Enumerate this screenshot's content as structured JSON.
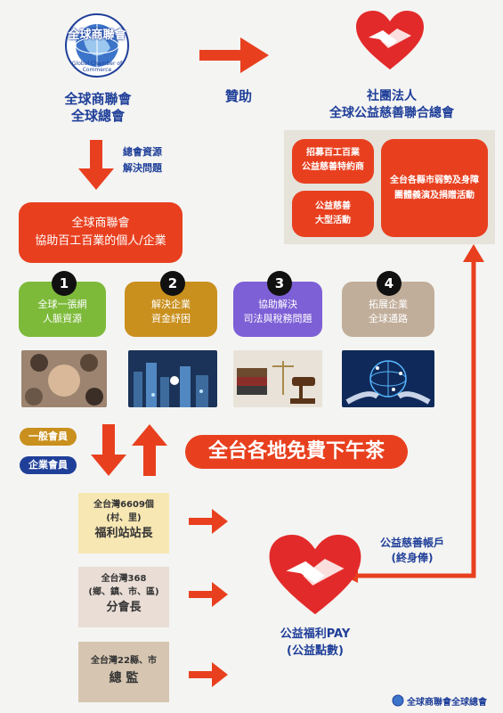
{
  "logo": {
    "name": "全球商聯會",
    "ring": "Global Chamber of Commerce"
  },
  "org_left": {
    "line1": "全球商聯會",
    "line2": "全球總會"
  },
  "sponsor_label": "贊助",
  "org_right": {
    "line1": "社團法人",
    "line2": "全球公益慈善聯合總會"
  },
  "charity": {
    "box1": {
      "line1": "招募百工百業",
      "line2": "公益慈善特約商"
    },
    "box2": {
      "line1": "公益慈善",
      "line2": "大型活動"
    },
    "box3": {
      "line1": "全台各縣市弱勢及身障",
      "line2": "團體義演及捐贈活動"
    }
  },
  "resources_label": {
    "line1": "總會資源",
    "line2": "解決問題"
  },
  "assist_box": {
    "line1": "全球商聯會",
    "line2": "協助百工百業的個人/企業"
  },
  "categories": [
    {
      "num": "1",
      "line1": "全球一張網",
      "line2": "人脈資源",
      "color": "#7dba3a"
    },
    {
      "num": "2",
      "line1": "解決企業",
      "line2": "資金紓困",
      "color": "#c9901e"
    },
    {
      "num": "3",
      "line1": "協助解決",
      "line2": "司法與稅務問題",
      "color": "#7d5fd6"
    },
    {
      "num": "4",
      "line1": "拓展企業",
      "line2": "全球通路",
      "color": "#c1ae9a"
    }
  ],
  "member_labels": {
    "general": "一般會員",
    "enterprise": "企業會員"
  },
  "tea_banner": "全台各地免費下午茶",
  "tiers": [
    {
      "line1": "全台灣6609個",
      "line2": "(村、里)",
      "title": "福利站站長",
      "color": "#f7e7b3"
    },
    {
      "line1": "全台灣368",
      "line2": "(鄉、鎮、市、區)",
      "title": "分會長",
      "color": "#e9ddd6"
    },
    {
      "line1": "全台灣22縣、市",
      "line2": "",
      "title": "總 監",
      "color": "#d6c6b1"
    }
  ],
  "charity_account": {
    "line1": "公益慈善帳戶",
    "line2": "(終身俸)"
  },
  "pay": {
    "line1": "公益福利PAY",
    "line2": "(公益點數)"
  },
  "footer": "全球商聯會全球總會",
  "colors": {
    "accent_red": "#e8401f",
    "text_blue": "#1f3f99"
  }
}
